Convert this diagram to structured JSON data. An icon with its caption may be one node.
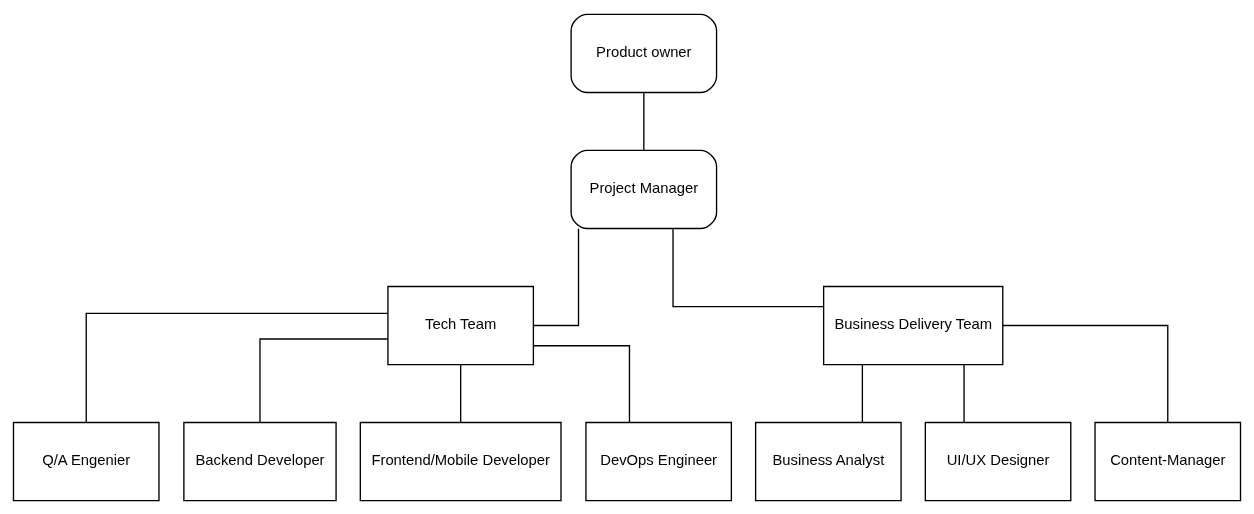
{
  "diagram": {
    "nodes": [
      {
        "text": [
          "Product owner"
        ]
      },
      {
        "text": [
          "Project Manager"
        ]
      },
      {
        "text": [
          "Tech Team"
        ]
      },
      {
        "text": [
          "Business Delivery Team"
        ]
      },
      {
        "text": [
          "Q/A Engenier"
        ]
      },
      {
        "text": [
          "Backend Developer"
        ]
      },
      {
        "text": [
          "Frontend/Mobile Developer"
        ]
      },
      {
        "text": [
          "DevOps Engineer"
        ]
      },
      {
        "text": [
          "Business Analyst"
        ]
      },
      {
        "text": [
          "UI/UX Designer"
        ]
      },
      {
        "text": [
          "Content-Manager"
        ]
      }
    ],
    "edges": [
      {
        "from": 0,
        "to": 1,
        "arrow": "none"
      },
      {
        "from": 1,
        "to": 2,
        "arrow": "none"
      },
      {
        "from": 1,
        "to": 3,
        "arrow": "none"
      },
      {
        "from": 2,
        "to": 4,
        "arrow": "none"
      },
      {
        "from": 2,
        "to": 5,
        "arrow": "none"
      },
      {
        "from": 2,
        "to": 6,
        "arrow": "none"
      },
      {
        "from": 2,
        "to": 7,
        "arrow": "none"
      },
      {
        "from": 3,
        "to": 8,
        "arrow": "none"
      },
      {
        "from": 3,
        "to": 9,
        "arrow": "none"
      },
      {
        "from": 3,
        "to": 10,
        "arrow": "none"
      }
    ]
  }
}
